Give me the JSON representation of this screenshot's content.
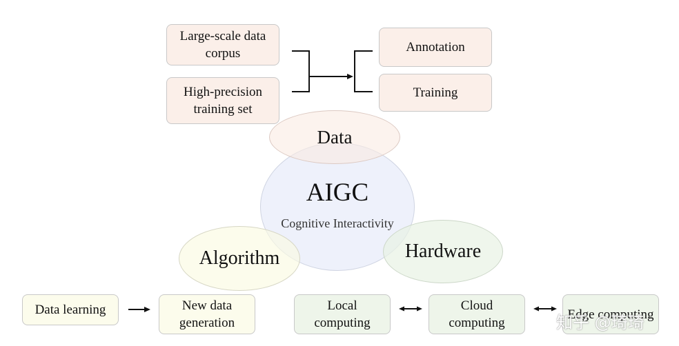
{
  "center": {
    "title": "AIGC",
    "subtitle": "Cognitive Interactivity"
  },
  "data_node": {
    "label": "Data",
    "inputs": [
      "Large-scale data corpus",
      "High-precision training set"
    ],
    "outputs": [
      "Annotation",
      "Training"
    ]
  },
  "algorithm_node": {
    "label": "Algorithm",
    "steps": [
      "Data learning",
      "New data generation"
    ]
  },
  "hardware_node": {
    "label": "Hardware",
    "items": [
      "Local computing",
      "Cloud computing",
      "Edge computing"
    ]
  },
  "watermark": "知乎 @琦琦",
  "colors": {
    "data_fill": "#fbefe9",
    "algorithm_fill": "#fcfcec",
    "hardware_fill": "#eef5ea",
    "center_fill": "#eef1fb"
  }
}
